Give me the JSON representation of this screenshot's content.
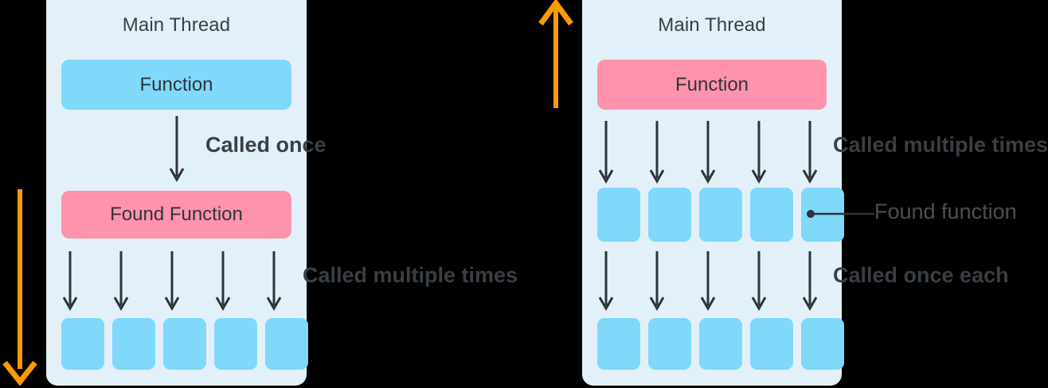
{
  "diagram": {
    "title_left": "Main Thread",
    "title_right": "Main Thread",
    "colors": {
      "panel_bg": "#E2F1F9",
      "blue": "#80D8FB",
      "pink": "#FF93AE",
      "orange": "#FF9900",
      "arrow_dark": "#2F3438",
      "text": "#3A3F44"
    }
  },
  "left_panel": {
    "title": "Main Thread",
    "function_box": {
      "label": "Function",
      "color": "blue"
    },
    "found_box": {
      "label": "Found Function",
      "color": "pink"
    },
    "arrow_label_1": "Called once",
    "arrow_label_2": "Called multiple times",
    "task_count": 5,
    "arrow_count_1": 1,
    "arrow_count_2": 5
  },
  "right_panel": {
    "title": "Main Thread",
    "function_box": {
      "label": "Function",
      "color": "pink"
    },
    "arrow_label_1": "Called multiple times",
    "callout_label": "Found function",
    "arrow_label_2": "Called once each",
    "mid_task_count": 5,
    "bottom_task_count": 5,
    "arrow_count_1": 5,
    "arrow_count_2": 5
  },
  "flow_arrows": {
    "left": {
      "name": "orange-arrow-down",
      "direction": "down",
      "color": "#FF9900"
    },
    "right": {
      "name": "orange-arrow-up",
      "direction": "up",
      "color": "#FF9900"
    }
  }
}
